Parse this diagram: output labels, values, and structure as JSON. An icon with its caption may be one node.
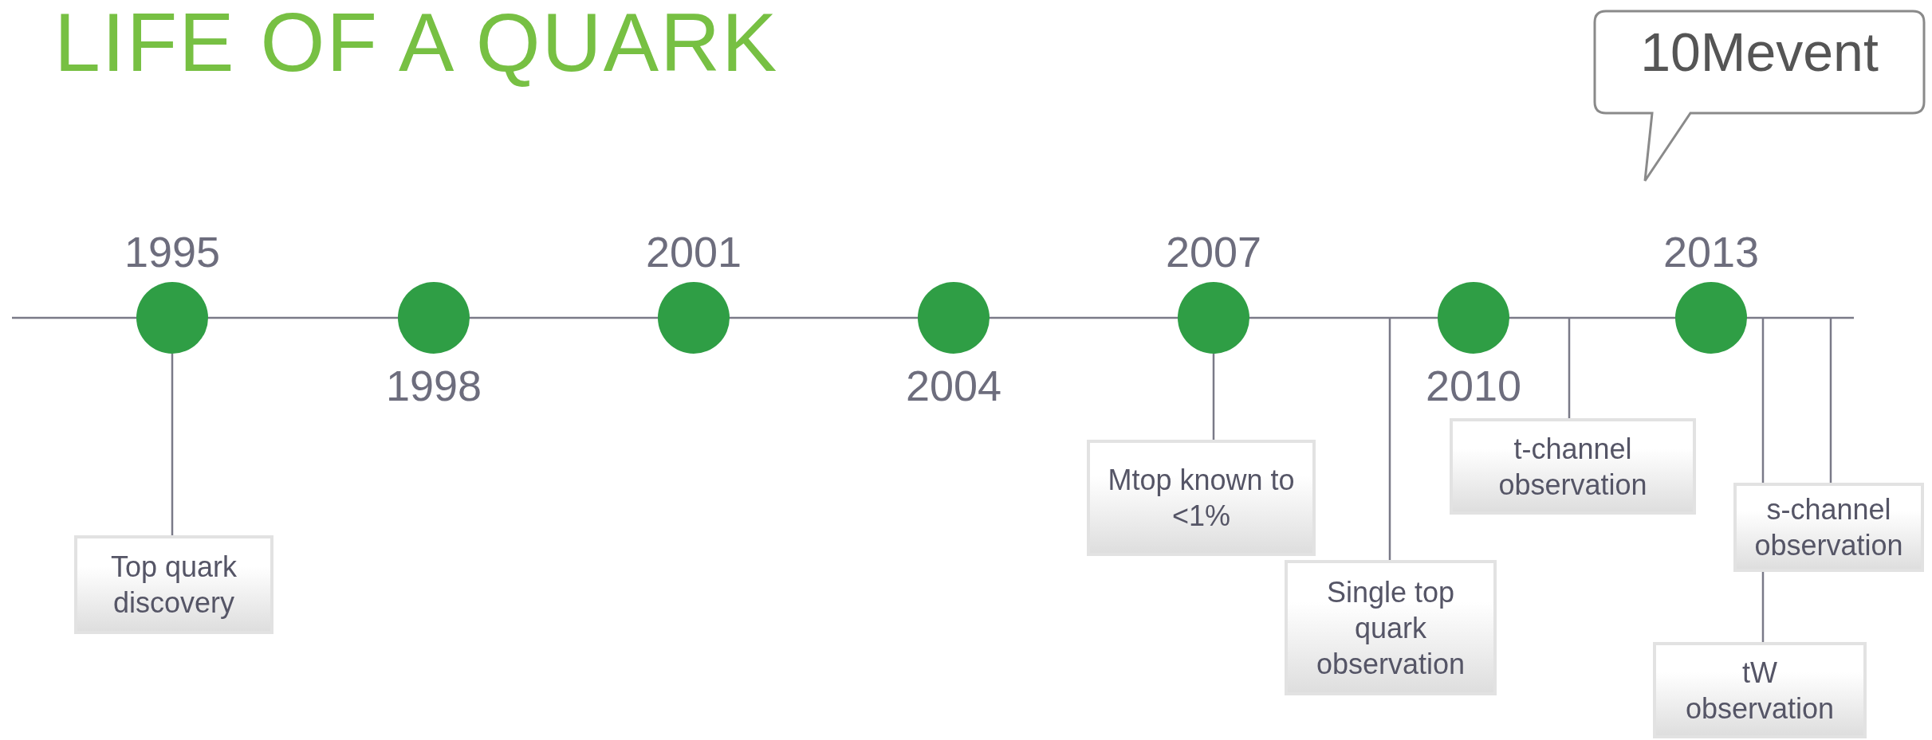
{
  "diagram": {
    "title": "LIFE OF A QUARK",
    "nodes": [
      {
        "text": [
          "10Mevent"
        ]
      },
      {
        "text": [],
        "shape": "line"
      },
      {
        "text": [],
        "shape": "circle",
        "beside": [
          "1995"
        ]
      },
      {
        "text": [],
        "shape": "circle",
        "beside": [
          "1998"
        ]
      },
      {
        "text": [],
        "shape": "circle",
        "beside": [
          "2001"
        ]
      },
      {
        "text": [],
        "shape": "circle",
        "beside": [
          "2004"
        ]
      },
      {
        "text": [],
        "shape": "circle",
        "beside": [
          "2007"
        ]
      },
      {
        "text": [],
        "shape": "circle",
        "beside": [
          "2010"
        ]
      },
      {
        "text": [],
        "shape": "circle",
        "beside": [
          "2013"
        ]
      },
      {
        "text": [
          "Top quark discovery"
        ]
      },
      {
        "text": [
          "Mtop known to  <1%"
        ]
      },
      {
        "text": [
          "t-channel observation"
        ]
      },
      {
        "text": [
          "s-channel observation"
        ]
      },
      {
        "text": [
          "Single top quark observation"
        ]
      },
      {
        "text": [
          "tW observation"
        ]
      }
    ],
    "edges": [
      {
        "from": 9,
        "to": 2,
        "arrow": "none"
      },
      {
        "from": 10,
        "to": 6,
        "arrow": "none"
      },
      {
        "from": 11,
        "to": 1,
        "arrow": "none"
      },
      {
        "from": 12,
        "to": 1,
        "arrow": "none"
      },
      {
        "from": 13,
        "to": 1,
        "arrow": "none"
      },
      {
        "from": 14,
        "to": 1,
        "arrow": "none"
      }
    ]
  }
}
